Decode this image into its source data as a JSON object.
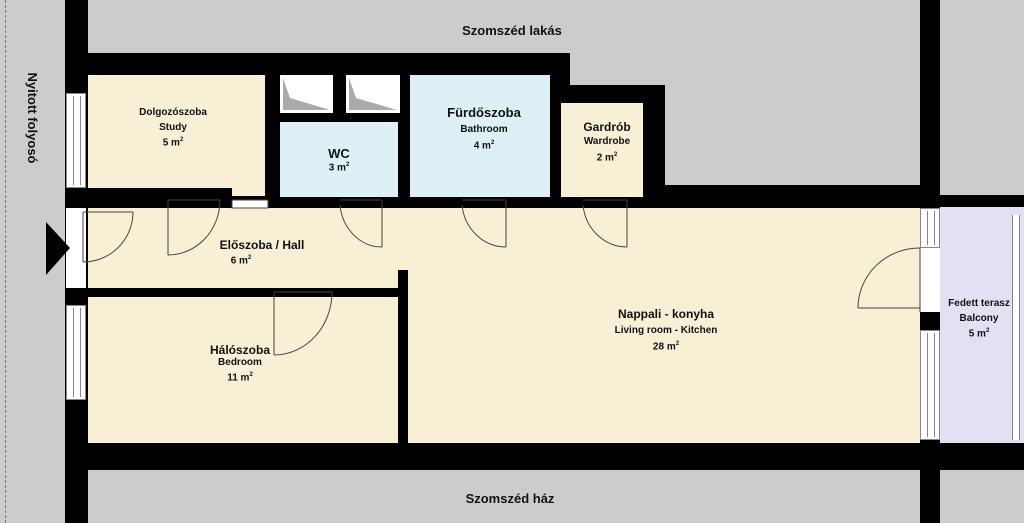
{
  "surroundings": {
    "neighbor_apartment": "Szomszéd lakás",
    "neighbor_house": "Szomszéd ház",
    "open_corridor": "Nyitott folyosó"
  },
  "rooms": {
    "study": {
      "name_hu": "Dolgozószoba",
      "name_en": "Study",
      "area": "5 m",
      "unit_sup": "2"
    },
    "wc": {
      "name_hu": "WC",
      "area": "3 m",
      "unit_sup": "2"
    },
    "bathroom": {
      "name_hu": "Fürdőszoba",
      "name_en": "Bathroom",
      "area": "4 m",
      "unit_sup": "2"
    },
    "wardrobe": {
      "name_hu": "Gardrób",
      "name_en": "Wardrobe",
      "area": "2 m",
      "unit_sup": "2"
    },
    "hall": {
      "name": "Előszoba / Hall",
      "area": "6 m",
      "unit_sup": "2"
    },
    "bedroom": {
      "name_hu": "Hálószoba",
      "name_en": "Bedroom",
      "area": "11 m",
      "unit_sup": "2"
    },
    "living": {
      "name_hu": "Nappali - konyha",
      "name_en": "Living room - Kitchen",
      "area": "28 m",
      "unit_sup": "2"
    },
    "balcony": {
      "name_hu": "Fedett terasz",
      "name_en": "Balcony",
      "area": "5 m",
      "unit_sup": "2"
    }
  },
  "colors": {
    "wall": "#000000",
    "outside": "#cccccc",
    "room": "#f7f0d4",
    "wet_room": "#dcf0f6",
    "balcony": "#e3e0f3"
  }
}
